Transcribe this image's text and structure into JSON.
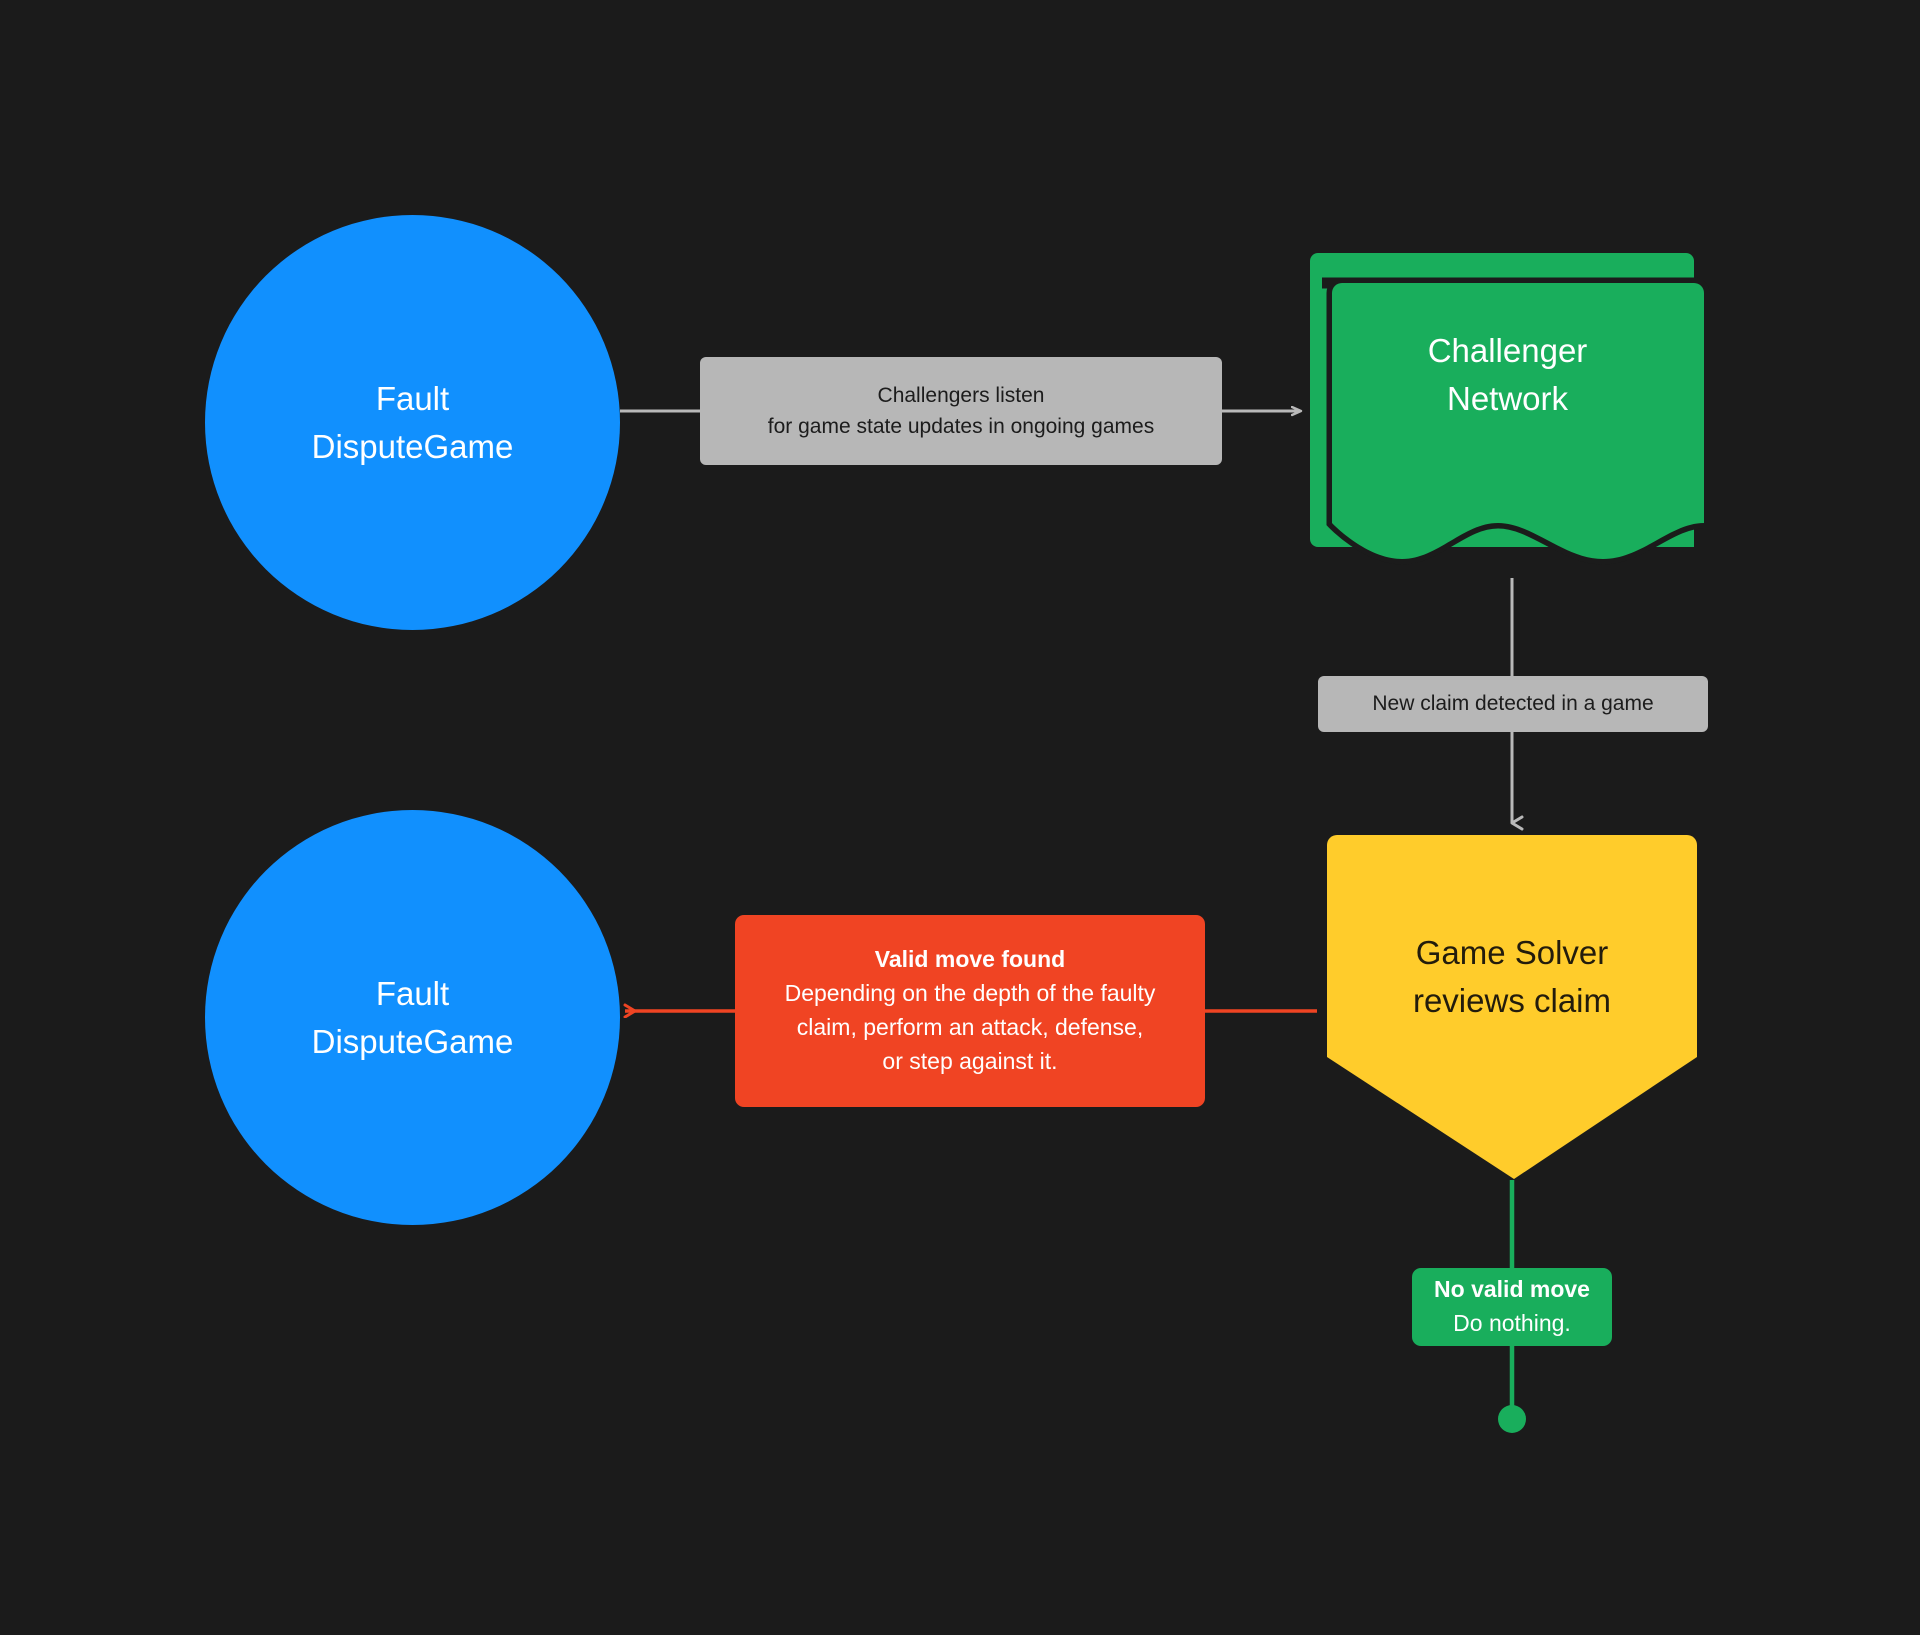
{
  "diagram": {
    "title": "Fault Dispute Game challenger flow",
    "background_color": "#1b1b1b",
    "colors": {
      "blue": "#1190fe",
      "green": "#19ae5c",
      "yellow": "#ffcc2b",
      "red": "#f04423",
      "grey": "#b7b7b7",
      "edge_grey": "#b9b9b9"
    }
  },
  "nodes": {
    "fault_dispute_game_top": {
      "line1": "Fault",
      "line2": "DisputeGame",
      "shape": "circle",
      "color": "#1190fe"
    },
    "challenger_network": {
      "line1": "Challenger",
      "line2": "Network",
      "shape": "multi-document",
      "color": "#19ae5c"
    },
    "game_solver": {
      "line1": "Game Solver",
      "line2": "reviews claim",
      "shape": "pentagon-down",
      "color": "#ffcc2b"
    },
    "fault_dispute_game_bottom": {
      "line1": "Fault",
      "line2": "DisputeGame",
      "shape": "circle",
      "color": "#1190fe"
    }
  },
  "edge_labels": {
    "challengers_listen": {
      "line1": "Challengers listen",
      "line2": "for game state updates in ongoing games",
      "style": "grey"
    },
    "new_claim_detected": {
      "line1": "New claim detected in a game",
      "style": "grey"
    },
    "valid_move_found": {
      "title": "Valid move found",
      "line1": "Depending on the depth of the faulty",
      "line2": "claim, perform an attack, defense,",
      "line3": "or step against it.",
      "style": "red"
    },
    "no_valid_move": {
      "title": "No valid move",
      "line1": "Do nothing.",
      "style": "green"
    }
  }
}
